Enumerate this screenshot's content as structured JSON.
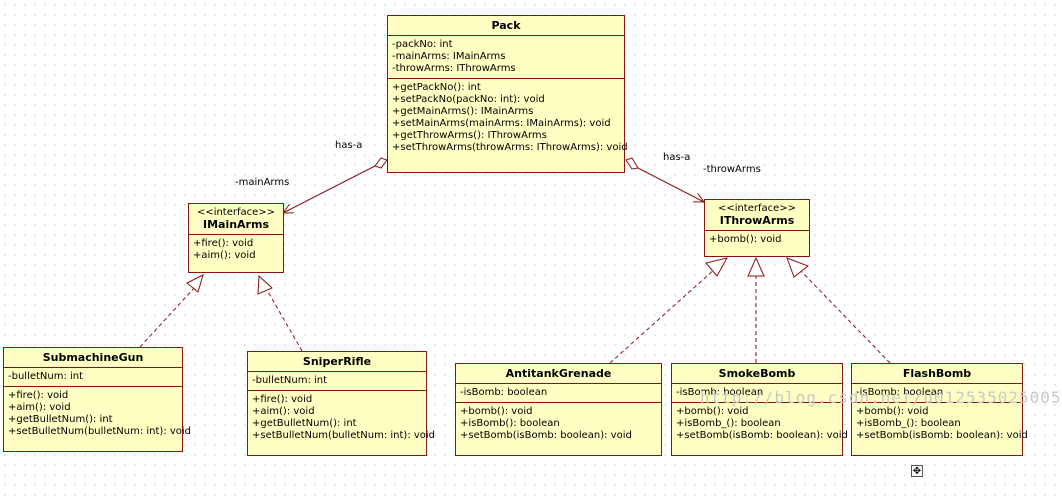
{
  "diagram": {
    "classes": {
      "pack": {
        "name": "Pack",
        "attributes": [
          "-packNo: int",
          "-mainArms: IMainArms",
          "-throwArms: IThrowArms"
        ],
        "operations": [
          "+getPackNo(): int",
          "+setPackNo(packNo: int): void",
          "+getMainArms(): IMainArms",
          "+setMainArms(mainArms: IMainArms): void",
          "+getThrowArms(): IThrowArms",
          "+setThrowArms(throwArms: IThrowArms): void"
        ]
      },
      "imainarms": {
        "stereotype": "<<interface>>",
        "name": "IMainArms",
        "operations": [
          "+fire(): void",
          "+aim(): void"
        ]
      },
      "ithrowarms": {
        "stereotype": "<<interface>>",
        "name": "IThrowArms",
        "operations": [
          "+bomb(): void"
        ]
      },
      "submachinegun": {
        "name": "SubmachineGun",
        "attributes": [
          "-bulletNum: int"
        ],
        "operations": [
          "+fire(): void",
          "+aim(): void",
          "+getBulletNum(): int",
          "+setBulletNum(bulletNum: int): void"
        ]
      },
      "sniperrifle": {
        "name": "SniperRifle",
        "attributes": [
          "-bulletNum: int"
        ],
        "operations": [
          "+fire(): void",
          "+aim(): void",
          "+getBulletNum(): int",
          "+setBulletNum(bulletNum: int): void"
        ]
      },
      "antitankgrenade": {
        "name": "AntitankGrenade",
        "attributes": [
          "-isBomb: boolean"
        ],
        "operations": [
          "+bomb(): void",
          "+isBomb(): boolean",
          "+setBomb(isBomb: boolean): void"
        ]
      },
      "smokebomb": {
        "name": "SmokeBomb",
        "attributes": [
          "-isBomb: boolean"
        ],
        "operations": [
          "+bomb(): void",
          "+isBomb_(): boolean",
          "+setBomb(isBomb: boolean): void"
        ]
      },
      "flashbomb": {
        "name": "FlashBomb",
        "attributes": [
          "-isBomb: boolean"
        ],
        "operations": [
          "+bomb(): void",
          "+isBomb_(): boolean",
          "+setBomb(isBomb: boolean): void"
        ]
      }
    },
    "relations": {
      "main_name": "has-a",
      "main_role": "-mainArms",
      "throw_name": "has-a",
      "throw_role": "-throwArms"
    },
    "watermark": "http://blog.csdn.net/u012535025005",
    "colors": {
      "fill": "#ffffc4",
      "stroke": "#8a1414"
    }
  }
}
